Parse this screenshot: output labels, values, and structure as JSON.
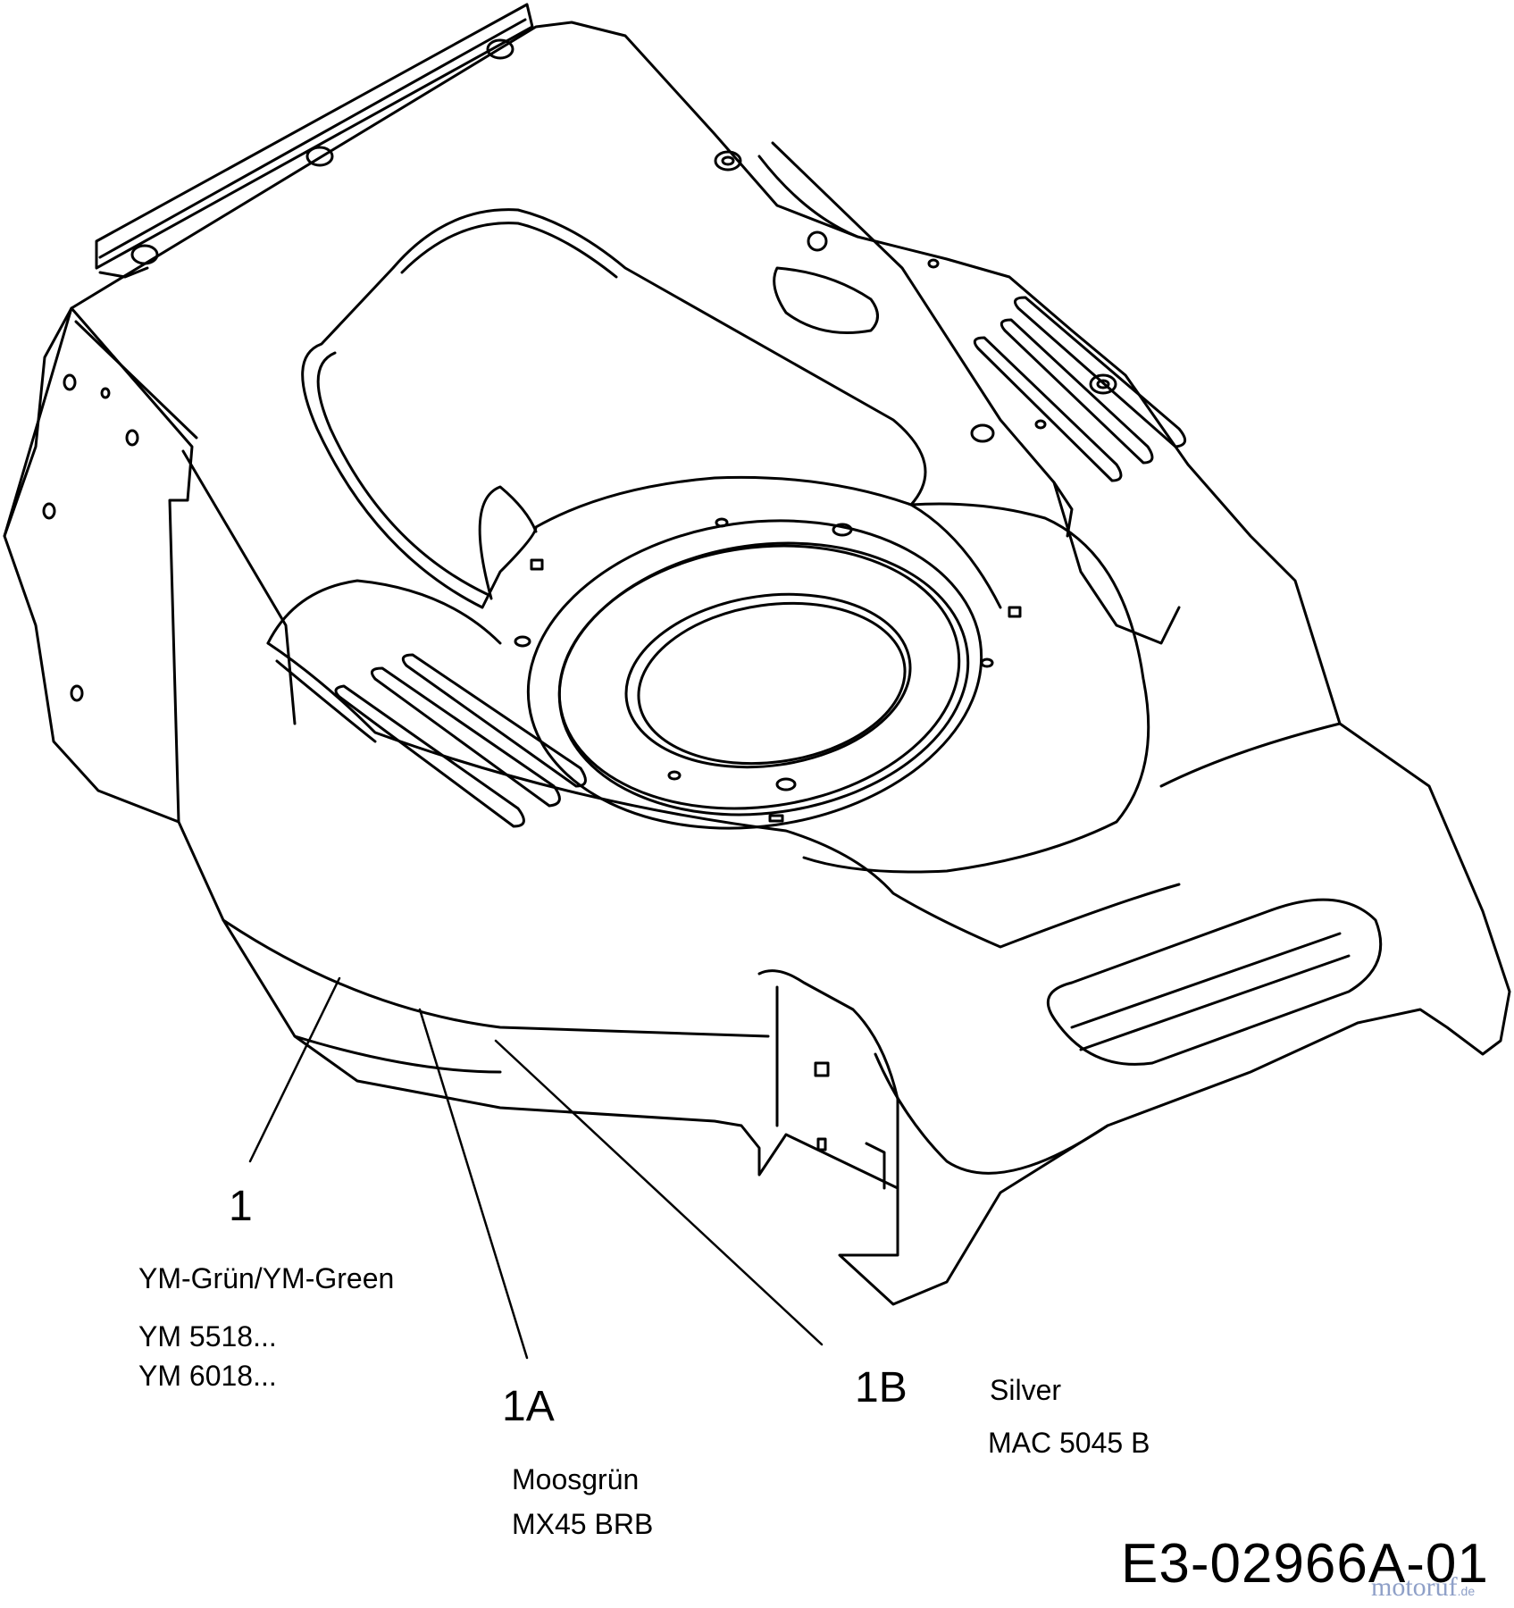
{
  "callouts": [
    {
      "id": "1",
      "number": "1",
      "lines": [
        "YM-Grün/YM-Green",
        "YM 5518...",
        "YM 6018..."
      ]
    },
    {
      "id": "1A",
      "number": "1A",
      "lines": [
        "Moosgrün",
        "MX45 BRB"
      ]
    },
    {
      "id": "1B",
      "number": "1B",
      "lines": [
        "Silver",
        "MAC 5045 B"
      ]
    }
  ],
  "drawing_code": "E3-02966A-01",
  "watermark": {
    "text": "motoruf",
    "suffix": ".de"
  },
  "colors": {
    "line": "#000000",
    "background": "#ffffff",
    "watermark": "#8fa0c8"
  }
}
